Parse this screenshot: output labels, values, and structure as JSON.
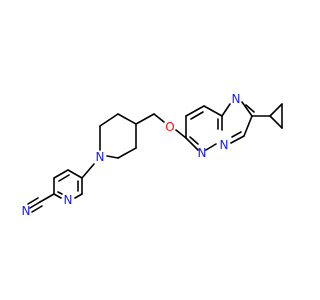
{
  "molecule": {
    "atoms": {
      "nitrile_n": "N",
      "pyridine_n": "N",
      "piperidine_n": "N",
      "ether_o": "O",
      "pyridazine_n": "N",
      "bridge_n": "N",
      "imidazole_n": "N"
    }
  },
  "colors": {
    "bond": "#000000",
    "nitrogen": "#1a1aff",
    "oxygen": "#ff0d0d"
  }
}
